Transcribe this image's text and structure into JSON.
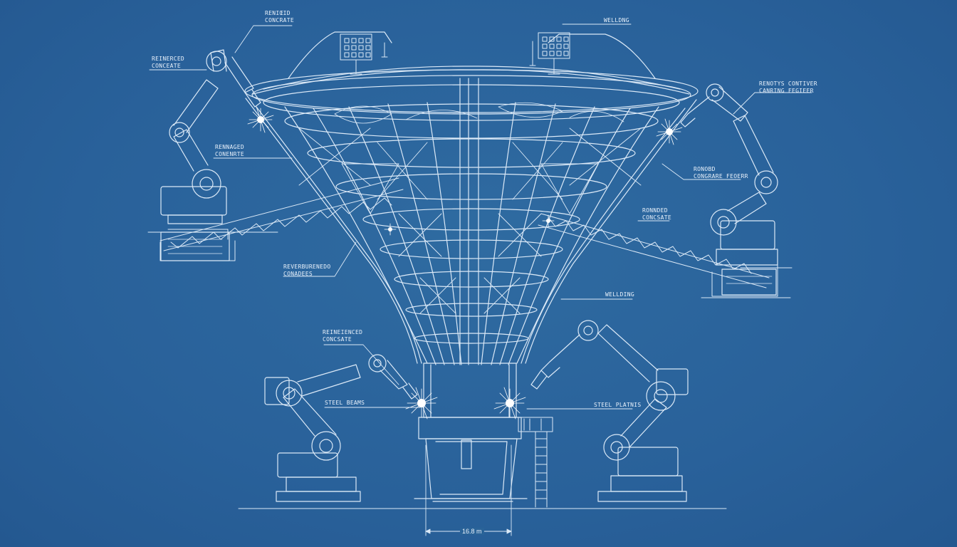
{
  "colors": {
    "background": "#2a6398",
    "line": "#dbe9f7",
    "spark": "#ffffff"
  },
  "callouts": [
    {
      "id": "c1",
      "lines": [
        "RENIŒID",
        "CONCRATE"
      ]
    },
    {
      "id": "c2",
      "lines": [
        "WELLDNG"
      ]
    },
    {
      "id": "c3",
      "lines": [
        "REINERCED",
        "CONCEATE"
      ]
    },
    {
      "id": "c4",
      "lines": [
        "RENOTYS CONTIVER",
        "CANRING FEGIEER"
      ]
    },
    {
      "id": "c5",
      "lines": [
        "RENNAGED",
        "CONENRTE"
      ]
    },
    {
      "id": "c6",
      "lines": [
        "RONOBD",
        "CONGRARE FEOERR"
      ]
    },
    {
      "id": "c7",
      "lines": [
        "RONNDED",
        "CONCSATE"
      ]
    },
    {
      "id": "c8",
      "lines": [
        "REVERBURENEDO",
        "CONADEES"
      ]
    },
    {
      "id": "c9",
      "lines": [
        "WELLDING"
      ]
    },
    {
      "id": "c10",
      "lines": [
        "REINEIENCED",
        "CONCSATE"
      ]
    },
    {
      "id": "c11",
      "lines": [
        "STEEL BEAMS"
      ]
    },
    {
      "id": "c12",
      "lines": [
        "STEEL PLATNIS"
      ]
    }
  ],
  "dimension": {
    "label": "16.8 m"
  }
}
